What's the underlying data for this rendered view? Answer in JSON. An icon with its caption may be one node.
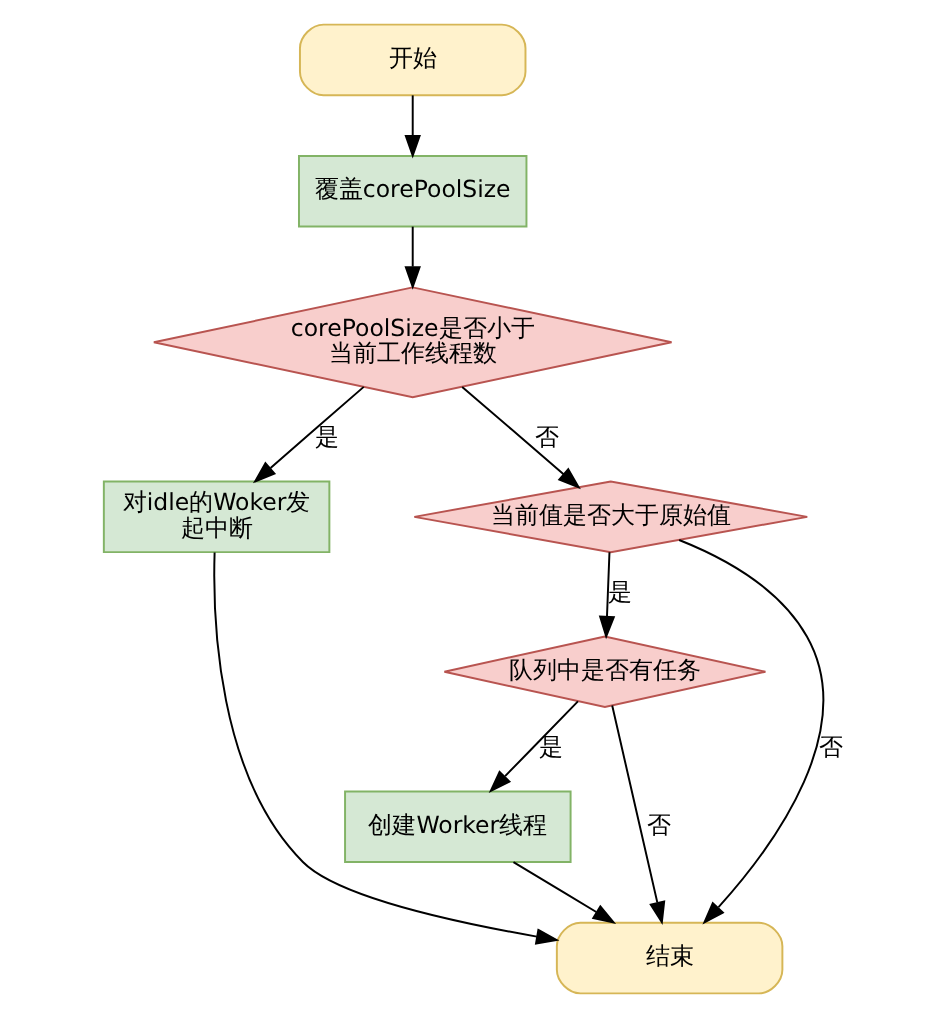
{
  "diagram": {
    "nodes": [
      {
        "text": [
          "开始"
        ]
      },
      {
        "text": [
          "覆盖corePoolSize"
        ]
      },
      {
        "text": [
          "corePoolSize是否小于当前工作线程数"
        ]
      },
      {
        "text": [
          "对idle的Woker发起中断"
        ]
      },
      {
        "text": [
          "当前值是否大于原始值"
        ]
      },
      {
        "text": [
          "队列中是否有任务"
        ]
      },
      {
        "text": [
          "创建Worker线程"
        ]
      },
      {
        "text": [
          "结束"
        ]
      }
    ],
    "edges": [
      {
        "from": 0,
        "to": 1,
        "arrow": "to"
      },
      {
        "from": 1,
        "to": 2,
        "arrow": "to"
      },
      {
        "from": 2,
        "to": 3,
        "arrow": "to",
        "label": "是"
      },
      {
        "from": 2,
        "to": 4,
        "arrow": "to",
        "label": "否"
      },
      {
        "from": 4,
        "to": 7,
        "arrow": "to",
        "label": "否"
      },
      {
        "from": 4,
        "to": 5,
        "arrow": "to",
        "label": "是"
      },
      {
        "from": 5,
        "to": 7,
        "arrow": "to",
        "label": "否"
      },
      {
        "from": 5,
        "to": 6,
        "arrow": "to",
        "label": "是"
      },
      {
        "from": 6,
        "to": 7,
        "arrow": "to"
      },
      {
        "from": 3,
        "to": 7,
        "arrow": "to"
      }
    ]
  }
}
